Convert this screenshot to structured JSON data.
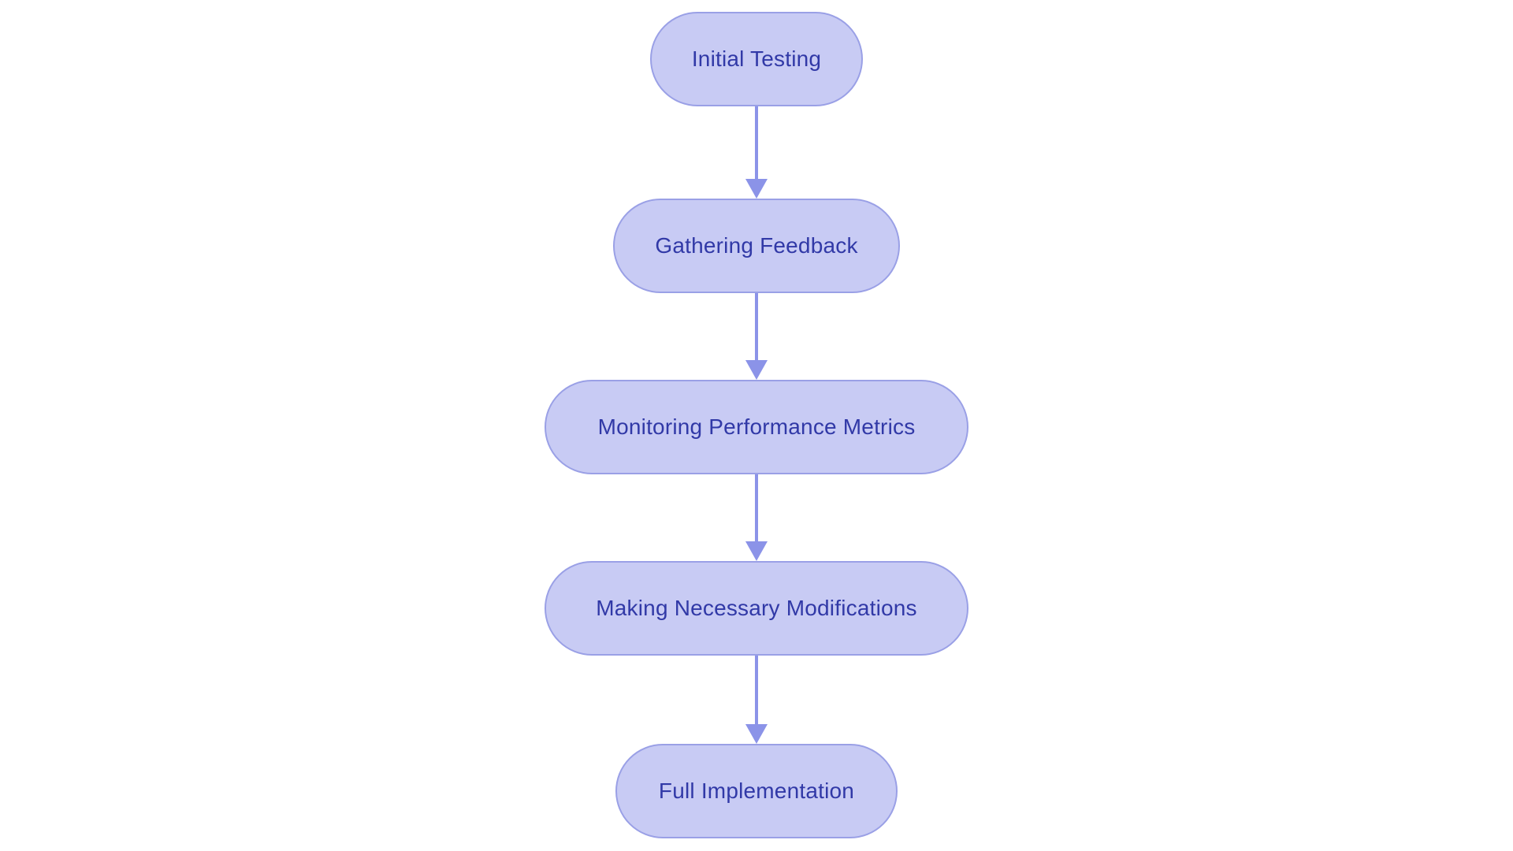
{
  "page": {
    "background": "#ffffff"
  },
  "diagram": {
    "type": "flowchart",
    "direction": "top-down",
    "colors": {
      "node_fill": "#c8cbf4",
      "node_border": "#9aa0e6",
      "node_text": "#3139a7",
      "arrow": "#8b93e8"
    },
    "nodes": [
      {
        "id": "n1",
        "label": "Initial Testing"
      },
      {
        "id": "n2",
        "label": "Gathering Feedback"
      },
      {
        "id": "n3",
        "label": "Monitoring Performance Metrics"
      },
      {
        "id": "n4",
        "label": "Making Necessary Modifications"
      },
      {
        "id": "n5",
        "label": "Full Implementation"
      }
    ],
    "edges": [
      {
        "from": "Initial Testing",
        "to": "Gathering Feedback"
      },
      {
        "from": "Gathering Feedback",
        "to": "Monitoring Performance Metrics"
      },
      {
        "from": "Monitoring Performance Metrics",
        "to": "Making Necessary Modifications"
      },
      {
        "from": "Making Necessary Modifications",
        "to": "Full Implementation"
      }
    ]
  }
}
